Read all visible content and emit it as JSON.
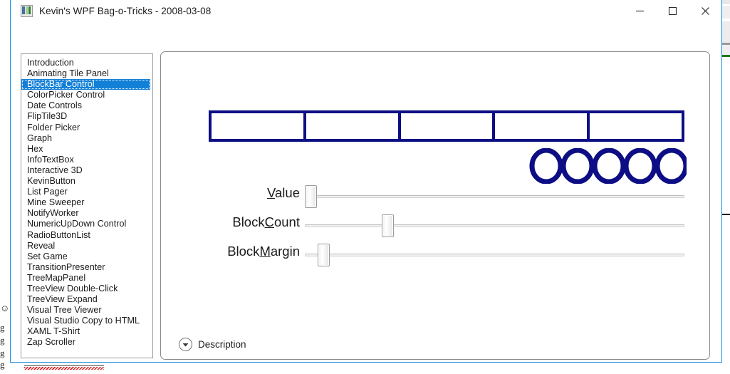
{
  "window": {
    "title": "Kevin's WPF Bag-o-Tricks - 2008-03-08",
    "icon": "app-icon",
    "controls": {
      "minimize": "minimize-icon",
      "maximize": "maximize-icon",
      "close": "close-icon"
    },
    "border_color": "#1a8ce0"
  },
  "sidebar": {
    "selected_index": 2,
    "selection_color": "#1380d8",
    "items": [
      {
        "label": "Introduction"
      },
      {
        "label": "Animating Tile Panel"
      },
      {
        "label": "BlockBar Control"
      },
      {
        "label": "ColorPicker Control"
      },
      {
        "label": "Date Controls"
      },
      {
        "label": "FlipTile3D"
      },
      {
        "label": "Folder Picker"
      },
      {
        "label": "Graph"
      },
      {
        "label": "Hex"
      },
      {
        "label": "InfoTextBox"
      },
      {
        "label": "Interactive 3D"
      },
      {
        "label": "KevinButton"
      },
      {
        "label": "List Pager"
      },
      {
        "label": "Mine Sweeper"
      },
      {
        "label": "NotifyWorker"
      },
      {
        "label": "NumericUpDown Control"
      },
      {
        "label": "RadioButtonList"
      },
      {
        "label": "Reveal"
      },
      {
        "label": "Set Game"
      },
      {
        "label": "TransitionPresenter"
      },
      {
        "label": "TreeMapPanel"
      },
      {
        "label": "TreeView Double-Click"
      },
      {
        "label": "TreeView Expand"
      },
      {
        "label": "Visual Tree Viewer"
      },
      {
        "label": "Visual Studio Copy to HTML"
      },
      {
        "label": "XAML T-Shirt"
      },
      {
        "label": "Zap Scroller"
      }
    ]
  },
  "demo": {
    "accent_color": "#0d0d85",
    "blockbar": {
      "block_count": 5,
      "filled_count": 0,
      "blocks": [
        {
          "filled": false
        },
        {
          "filled": false
        },
        {
          "filled": false
        },
        {
          "filled": false
        },
        {
          "filled": false
        }
      ]
    },
    "circlebar": {
      "circle_count": 5,
      "circles": [
        {
          "filled": false
        },
        {
          "filled": false
        },
        {
          "filled": false
        },
        {
          "filled": false
        },
        {
          "filled": false
        }
      ]
    },
    "sliders": [
      {
        "name": "value",
        "label_prefix": "",
        "label_key": "V",
        "label_suffix": "alue",
        "thumb_percent": 0
      },
      {
        "name": "blockcount",
        "label_prefix": "Block",
        "label_key": "C",
        "label_suffix": "ount",
        "thumb_percent": 21
      },
      {
        "name": "blockmargin",
        "label_prefix": "Block",
        "label_key": "M",
        "label_suffix": "argin",
        "thumb_percent": 3.5
      }
    ],
    "expander": {
      "label": "Description",
      "icon": "chevron-down-icon",
      "expanded": false
    }
  }
}
